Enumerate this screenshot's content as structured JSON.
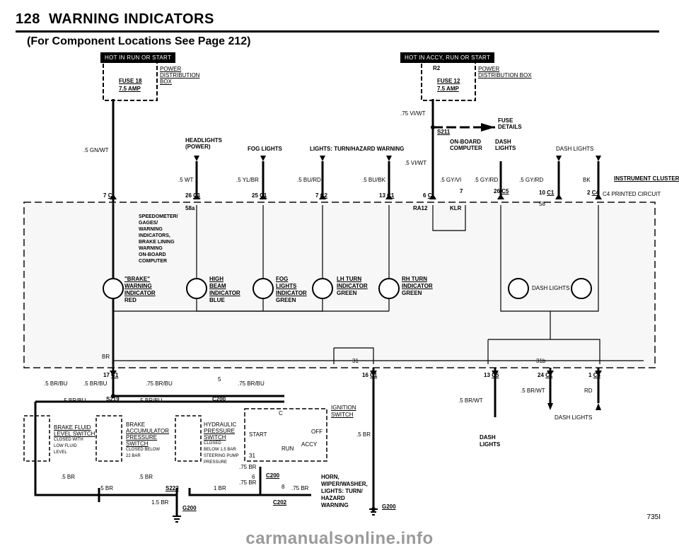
{
  "header": {
    "page_number": "128",
    "title": "WARNING INDICATORS",
    "subtitle": "(For Component Locations See Page 212)"
  },
  "tags": {
    "hot_run_start": "HOT IN RUN OR START",
    "hot_accy_run_start": "HOT IN ACCY, RUN OR START"
  },
  "fuse_left": {
    "name": "FUSE 18",
    "rating": "7.5 AMP",
    "box_label": "POWER DISTRIBUTION BOX"
  },
  "fuse_right": {
    "id": "R2",
    "name": "FUSE 12",
    "rating": "7.5 AMP",
    "box_label": "POWER DISTRIBUTION BOX"
  },
  "top_labels": {
    "headlights": "HEADLIGHTS (POWER)",
    "fog": "FOG LIGHTS",
    "turn": "LIGHTS: TURN/HAZARD WARNING",
    "onboard": "ON-BOARD COMPUTER",
    "dash": "DASH LIGHTS",
    "dash2": "DASH LIGHTS",
    "fuse_details": "FUSE DETAILS",
    "s211": "S211"
  },
  "wires": {
    "gn_wt": ".5 GN/WT",
    "wt": ".5 WT",
    "yl_br": ".5 YL/BR",
    "bu_rd": ".5 BU/RD",
    "bu_bk": ".5 BU/BK",
    "vi_wt_75": ".75 VI/WT",
    "vi_wt_5": ".5 VI/WT",
    "gy_vi": ".5 GY/VI",
    "gy_rd_a": ".5 GY/RD",
    "gy_rd_b": ".5 GY/RD",
    "bk": "BK",
    "br_bu_a": ".5 BR/BU",
    "br_bu_b": ".5 BR/BU",
    "br_bu_75a": ".75 BR/BU",
    "br_bu_75b": ".75 BR/BU",
    "br_bu_c": ".5 BR/BU",
    "br_bu_d": ".5 BR/BU",
    "br_wt": ".5 BR/WT",
    "br_wt_b": ".5 BR/WT",
    "rd": "RD",
    "br_5": ".5 BR",
    "br_5b": ".5 BR",
    "br_5c": ".5 BR",
    "br_5d": ".5 BR",
    "br_75a": ".75 BR",
    "br_75b": ".75 BR",
    "br_75c": ".75 BR",
    "br_1": "1 BR",
    "br_15": "1.5 BR",
    "br_top": "BR"
  },
  "connectors": {
    "c1_7": "7",
    "c1_7l": "C1",
    "c1_26": "26",
    "c1_26l": "C1",
    "c1_25": "25",
    "c1_25l": "C1",
    "c2_7": "7",
    "c2_7l": "C2",
    "c1_13": "13",
    "c1_13l": "C1",
    "c1_6": "6",
    "c1_6l": "C1",
    "c5_7": "7",
    "c5_26": "26",
    "c5_26l": "C5",
    "c1_10": "10",
    "c1_10l": "C1",
    "c4_2": "2",
    "c4_2l": "C4",
    "c1_17": "17",
    "c1_17l": "C1",
    "c1_16": "16",
    "c1_16l": "C1",
    "c5_13": "13",
    "c5_13l": "C5",
    "c1_24": "24",
    "c1_24l": "C1",
    "c4_1": "1",
    "c4_1l": "C4",
    "s219": "S219",
    "s223": "S223",
    "c200a": "C200",
    "c200b": "C200",
    "c202": "C202",
    "g200a": "G200",
    "g200b": "G200",
    "pin_58a": "58a",
    "pin_58": "58",
    "pin_31": "31",
    "pin_31b": "31",
    "pin_31b_2": "31b",
    "pin_ra12": "RA12",
    "pin_klr": "KLR",
    "pin_5": "5",
    "pin_6": "6",
    "pin_8": "8"
  },
  "cluster": {
    "title": "INSTRUMENT CLUSTER",
    "note": "C4 PRINTED CIRCUIT",
    "speedo_lines": [
      "SPEEDOMETER/",
      "GAGES/",
      "WARNING",
      "INDICATORS,",
      "BRAKE LINING",
      "WARNING",
      "ON-BOARD",
      "COMPUTER"
    ],
    "brake": {
      "l1": "\"BRAKE\"",
      "l2": "WARNING",
      "l3": "INDICATOR",
      "l4": "RED"
    },
    "high": {
      "l1": "HIGH",
      "l2": "BEAM",
      "l3": "INDICATOR",
      "l4": "BLUE"
    },
    "fog": {
      "l1": "FOG",
      "l2": "LIGHTS",
      "l3": "INDICATOR",
      "l4": "GREEN"
    },
    "lh": {
      "l1": "LH TURN",
      "l2": "INDICATOR",
      "l3": "GREEN"
    },
    "rh": {
      "l1": "RH TURN",
      "l2": "INDICATOR",
      "l3": "GREEN"
    },
    "dash": "DASH LIGHTS"
  },
  "switches": {
    "brake_fluid": {
      "l1": "BRAKE FLUID",
      "l2": "LEVEL SWITCH",
      "l3": "CLOSED WITH",
      "l4": "LOW FLUID",
      "l5": "LEVEL"
    },
    "accum": {
      "l1": "BRAKE",
      "l2": "ACCUMULATOR",
      "l3": "PRESSURE",
      "l4": "SWITCH",
      "l5": "CLOSED BELOW",
      "l6": "22 BAR"
    },
    "hydraulic": {
      "l1": "HYDRAULIC",
      "l2": "PRESSURE",
      "l3": "SWITCH",
      "l4": "CLOSED",
      "l5": "BELOW 1.5 BAR",
      "l6": "STEERING PUMP",
      "l7": "PRESSURE"
    },
    "ignition": {
      "l1": "IGNITION",
      "l2": "SWITCH",
      "start": "START",
      "off": "OFF",
      "run": "RUN",
      "accy": "ACCY",
      "c": "C"
    }
  },
  "bottom_labels": {
    "horn": "HORN,",
    "wiper": "WIPER/WASHER,",
    "lights": "LIGHTS: TURN/",
    "hazard": "HAZARD",
    "warning": "WARNING",
    "dash_lights": "DASH LIGHTS",
    "dash_lights2": "DASH",
    "dash_lights3": "LIGHTS"
  },
  "footer": {
    "code": "735I",
    "watermark": "carmanualsonline.info"
  }
}
